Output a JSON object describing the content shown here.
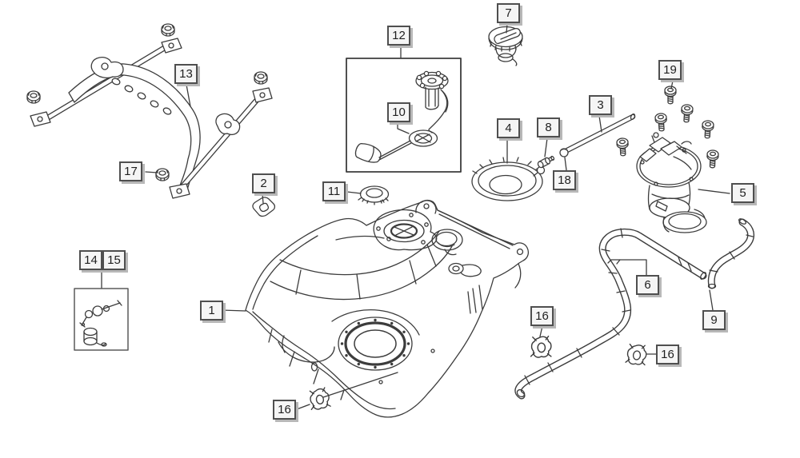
{
  "colors": {
    "background": "#ffffff",
    "line_art": "#3c3c3c",
    "callout_fill": "#f5f5f5",
    "callout_border": "#4f4f4f",
    "callout_shadow": "#b8b8b8",
    "callout_text": "#1f1f1f"
  },
  "callouts": [
    {
      "label": "7"
    },
    {
      "label": "12"
    },
    {
      "label": "13"
    },
    {
      "label": "19"
    },
    {
      "label": "3"
    },
    {
      "label": "10"
    },
    {
      "label": "4"
    },
    {
      "label": "8"
    },
    {
      "label": "17"
    },
    {
      "label": "18"
    },
    {
      "label": "5"
    },
    {
      "label": "2"
    },
    {
      "label": "11"
    },
    {
      "label": "14"
    },
    {
      "label": "15"
    },
    {
      "label": "6"
    },
    {
      "label": "1"
    },
    {
      "label": "16"
    },
    {
      "label": "9"
    },
    {
      "label": "16"
    },
    {
      "label": "16"
    }
  ]
}
